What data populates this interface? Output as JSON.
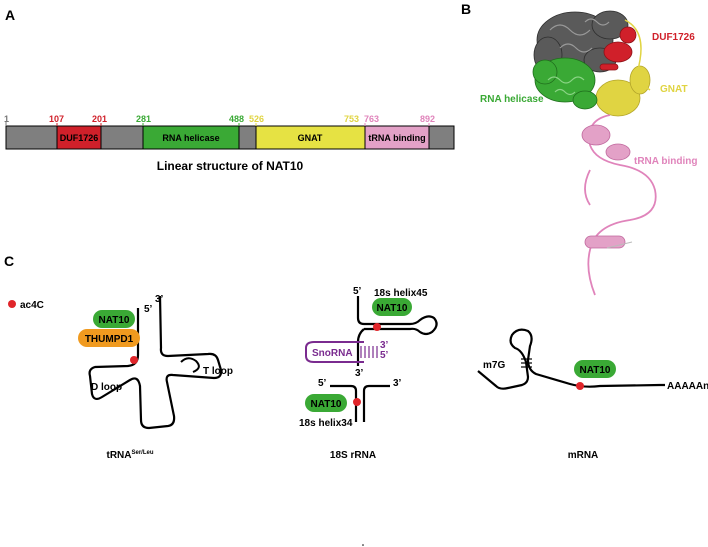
{
  "panels": {
    "a": "A",
    "b": "B",
    "c": "C"
  },
  "linear": {
    "title": "Linear structure of NAT10",
    "start": "1",
    "domains": [
      {
        "name": "DUF1726",
        "start": "107",
        "end": "201",
        "color": "#d0202a",
        "num_color": "#d0202a"
      },
      {
        "name": "RNA helicase",
        "start": "281",
        "end": "488",
        "color": "#3aa935",
        "num_color": "#3aa935"
      },
      {
        "name": "GNAT",
        "start": "526",
        "end": "753",
        "color": "#e6e243",
        "num_color": "#e0d442"
      },
      {
        "name": "tRNA binding",
        "start": "763",
        "end": "892",
        "color": "#e3a1c7",
        "num_color": "#e084bb"
      }
    ],
    "backbone_color": "#7f7f7f"
  },
  "structure": {
    "labels": {
      "duf": "DUF1726",
      "helicase": "RNA helicase",
      "gnat": "GNAT",
      "trna": "tRNA binding"
    },
    "colors": {
      "duf": "#d0202a",
      "helicase": "#3aa935",
      "gnat": "#e0d442",
      "trna": "#e084bb",
      "core": "#555555"
    }
  },
  "legend": {
    "ac4c": "ac4C"
  },
  "trna": {
    "nat10": "NAT10",
    "thumpd1": "THUMPD1",
    "five": "5’",
    "three": "3’",
    "dloop": "D loop",
    "tloop": "T loop",
    "caption": "tRNA",
    "caption_sup": "Ser/Leu"
  },
  "rrna": {
    "helix45": "18s helix45",
    "helix34": "18s helix34",
    "nat10_top": "NAT10",
    "nat10_bottom": "NAT10",
    "snorna": "SnoRNA",
    "five_top": "5’",
    "three_top": "3’",
    "snorna_three": "3’",
    "snorna_five": "5’",
    "five_bottom": "5’",
    "three_bottom": "3’",
    "caption": "18S rRNA"
  },
  "mrna": {
    "cap": "m7G",
    "nat10": "NAT10",
    "tail": "AAAAAn",
    "caption": "mRNA"
  },
  "colors": {
    "nat10": "#3aa935",
    "thumpd1": "#f09a1f",
    "ac4c": "#e0252a",
    "snorna": "#7a2b8f"
  }
}
